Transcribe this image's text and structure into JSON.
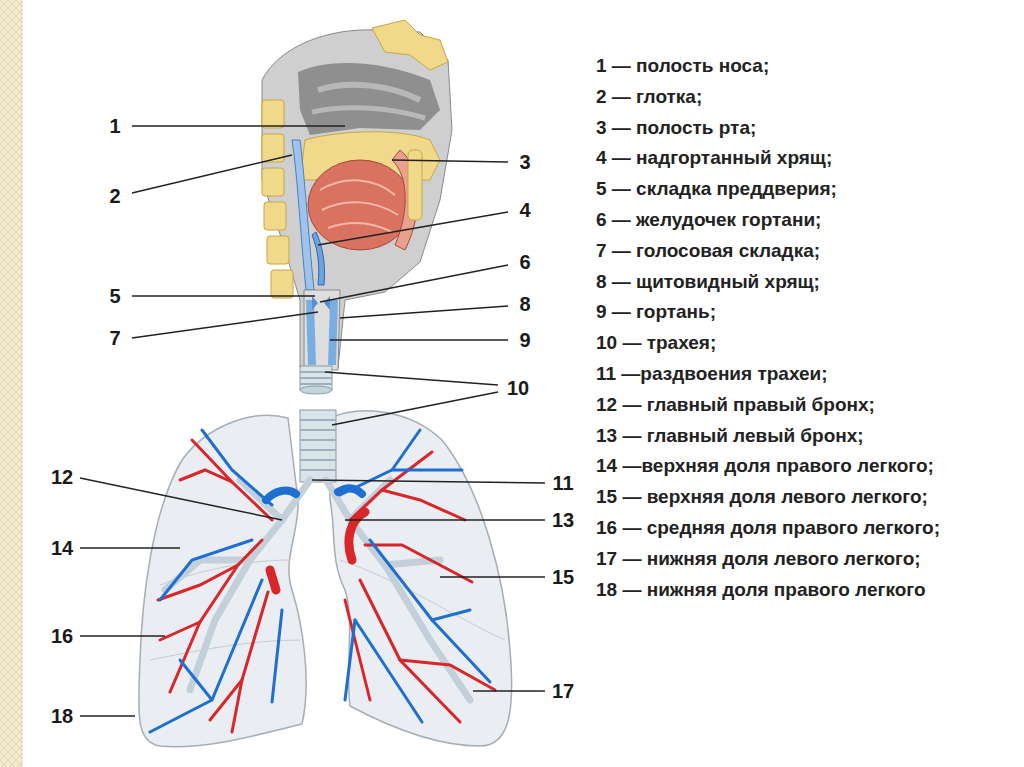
{
  "diagram": {
    "labels": [
      "1",
      "2",
      "3",
      "4",
      "5",
      "6",
      "7",
      "8",
      "9",
      "10",
      "11",
      "12",
      "13",
      "14",
      "15",
      "16",
      "17",
      "18",
      "1 — полость носа;",
      "2 — глотка;",
      "3 — полость рта;",
      "4 — надгортанный хрящ;",
      "5 — складка преддверия;",
      "6 — желудочек гортани;",
      "7 — голосовая складка;",
      "8 — щитовидный хрящ;",
      "9 — гортань;",
      "10 — трахея;",
      "11 —раздвоения трахеи;",
      "12 — главный правый бронх;",
      "13 — главный левый бронх;",
      "14 —верхняя доля правого легкого;",
      "15 — верхняя доля левого легкого;",
      "16 — средняя доля правого легкого;",
      "17 — нижняя доля левого легкого;",
      "18 — нижняя доля правого легкого"
    ]
  }
}
